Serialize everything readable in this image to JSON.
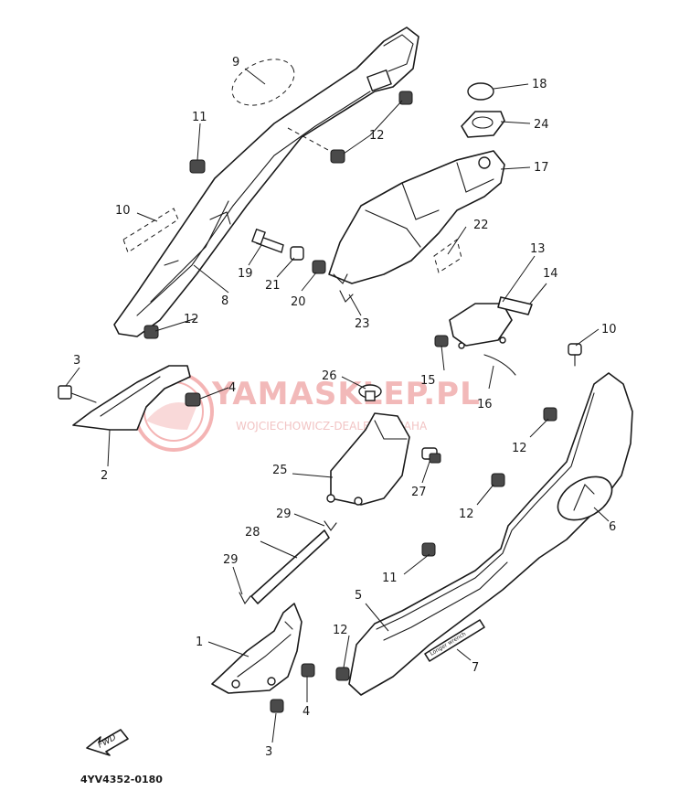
{
  "diagram_code": "4YV4352-0180",
  "watermark": {
    "main": "YAMASKLEP.PL",
    "sub": "WOJCIECHOWICZ-DEALER YAMAHA",
    "color": "#e85a5a"
  },
  "fwd_label": "FWD",
  "decal_text": "Longer wrench",
  "callouts": {
    "c1": "1",
    "c2": "2",
    "c3a": "3",
    "c3b": "3",
    "c4a": "4",
    "c4b": "4",
    "c5": "5",
    "c6": "6",
    "c7": "7",
    "c8": "8",
    "c9": "9",
    "c10a": "10",
    "c10b": "10",
    "c11a": "11",
    "c11b": "11",
    "c12a": "12",
    "c12b": "12",
    "c12c": "12",
    "c12d": "12",
    "c12e": "12",
    "c13": "13",
    "c14": "14",
    "c15": "15",
    "c16": "16",
    "c17": "17",
    "c18": "18",
    "c19": "19",
    "c20": "20",
    "c21": "21",
    "c22": "22",
    "c23": "23",
    "c24": "24",
    "c25": "25",
    "c26": "26",
    "c27": "27",
    "c28": "28",
    "c29a": "29",
    "c29b": "29"
  }
}
